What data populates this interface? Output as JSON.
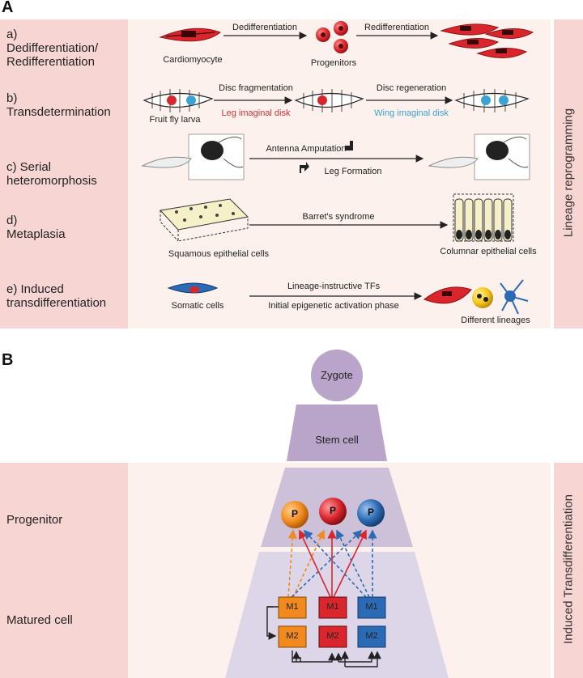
{
  "panel_a": {
    "letter": "A",
    "side_label": "Lineage reprogramming",
    "rows": [
      {
        "label": "a) Dedifferentiation/ Redifferentiation",
        "lines": [
          "a)",
          "Dedifferentiation/",
          "Redifferentiation"
        ],
        "start_caption": "Cardiomyocyte",
        "arrow1": "Dedifferentiation",
        "mid_caption": "Progenitors",
        "arrow2": "Redifferentiation"
      },
      {
        "label": "b) Transdetermination",
        "lines": [
          "b)",
          "Transdetermination"
        ],
        "start_caption": "Fruit fly larva",
        "arrow1": "Disc fragmentation",
        "arrow1_sub": "Leg imaginal disk",
        "arrow2": "Disc regeneration",
        "arrow2_sub": "Wing imaginal disk"
      },
      {
        "label": "c) Serial heteromorphosis",
        "lines": [
          "c) Serial",
          "heteromorphosis"
        ],
        "arrow_top": "Antenna Amputation",
        "arrow_bottom": "Leg Formation"
      },
      {
        "label": "d) Metaplasia",
        "lines": [
          "d)",
          "Metaplasia"
        ],
        "arrow": "Barret's syndrome",
        "start_caption": "Squamous epithelial cells",
        "end_caption": "Columnar epithelial cells"
      },
      {
        "label": "e) Induced transdifferentiation",
        "lines": [
          "e) Induced",
          "transdifferentiation"
        ],
        "start_caption": "Somatic cells",
        "arrow_top": "Lineage-instructive TFs",
        "arrow_bottom": "Initial epigenetic activation phase",
        "end_caption": "Different lineages"
      }
    ]
  },
  "panel_b": {
    "letter": "B",
    "side_label": "Induced Transdifferentiation",
    "zygote": "Zygote",
    "stem_cell": "Stem cell",
    "progenitor_label": "Progenitor",
    "matured_label": "Matured cell",
    "p_label": "P",
    "m1_label": "M1",
    "m2_label": "M2"
  },
  "colors": {
    "row_bg": "#f6d5d2",
    "content_bg": "#fcf1ec",
    "pyramid_top": "#b9a5c9",
    "pyramid_mid": "#cdc0d9",
    "pyramid_low": "#dcd6e8",
    "orange": "#f08a1e",
    "red": "#d9262d",
    "blue": "#2b6bb5",
    "leg_text": "#d2313a",
    "wing_text": "#3aa3d6"
  }
}
